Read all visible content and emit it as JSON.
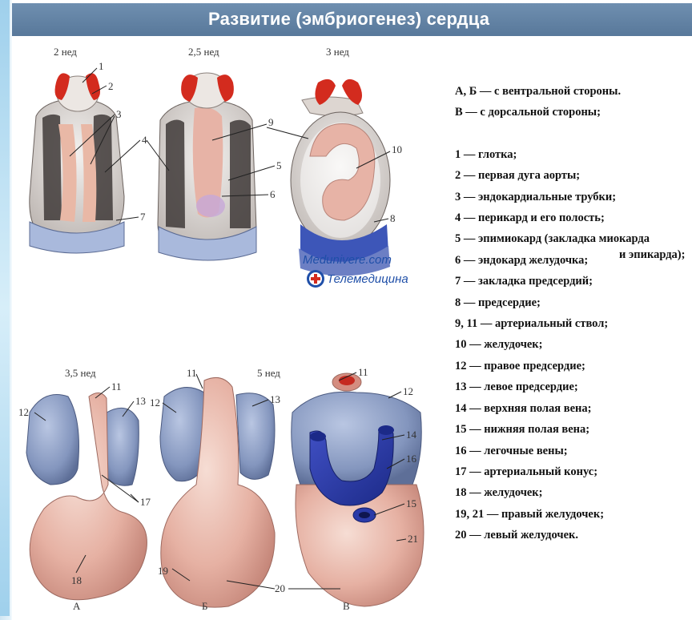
{
  "title": "Развитие (эмбриогенез) сердца",
  "stages_top": [
    "2 нед",
    "2,5 нед",
    "3 нед"
  ],
  "stages_bottom": [
    "3,5 нед",
    "5 нед"
  ],
  "panel_letters": [
    "А",
    "Б",
    "В"
  ],
  "numbers": {
    "n1": "1",
    "n2": "2",
    "n3": "3",
    "n4": "4",
    "n5": "5",
    "n6": "6",
    "n7": "7",
    "n8": "8",
    "n9": "9",
    "n10": "10",
    "n11": "11",
    "n12": "12",
    "n13": "13",
    "n14": "14",
    "n15": "15",
    "n16": "16",
    "n17": "17",
    "n18": "18",
    "n19": "19",
    "n20": "20",
    "n21": "21"
  },
  "watermark": {
    "site": "Medunivere.com",
    "name": "Телемедицина"
  },
  "legend": {
    "views": [
      "А, Б — с вентральной стороны.",
      "В — с дорсальной стороны;"
    ],
    "items": [
      "1 — глотка;",
      "2 — первая дуга аорты;",
      "3 — эндокардиальные трубки;",
      "4 — перикард и его полость;",
      "5 — эпимиокард (закладка миокарда",
      "6 — эндокард желудочка;",
      "7 — закладка предсердий;",
      "8 — предсердие;",
      "9, 11 — артериальный ствол;",
      "10 — желудочек;",
      "12 — правое предсердие;",
      "13 — левое предсердие;",
      "14 — верхняя полая вена;",
      "15 — нижняя полая вена;",
      "16 — легочные вены;",
      "17 — артериальный конус;",
      "18 — желудочек;",
      "19, 21 — правый желудочек;",
      "20 — левый желудочек."
    ],
    "item5_continuation": "и эпикарда);"
  },
  "colors": {
    "banner": "#6383a4",
    "tissue": "#d9d3cf",
    "aorta_red": "#d32b1e",
    "tube_pink": "#e8b9a8",
    "atrium_blue": "#8ea2c8",
    "vein_blue": "#2f3fb0",
    "ventricle_pink": "#e7b3a6"
  }
}
